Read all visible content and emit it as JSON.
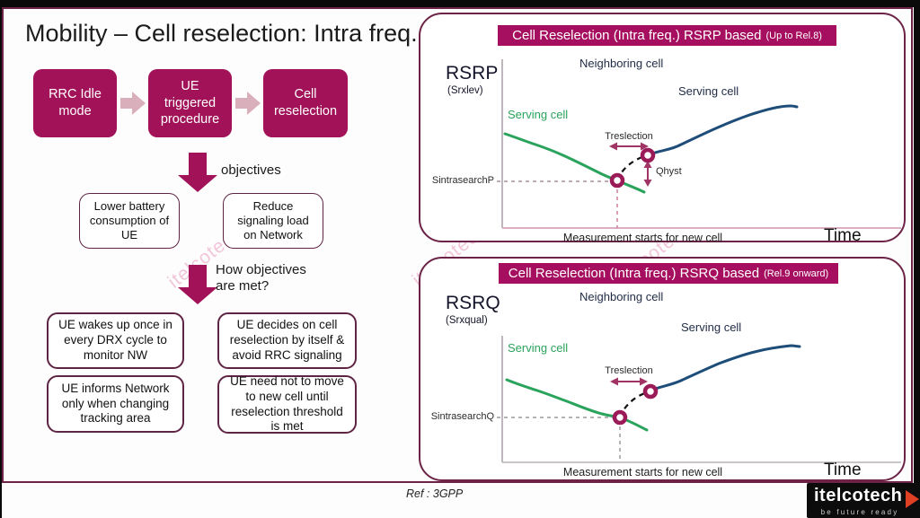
{
  "slide": {
    "title": "Mobility – Cell reselection: Intra freq.",
    "ref": "Ref : 3GPP",
    "watermark": "itelcotech"
  },
  "flow": {
    "steps": [
      {
        "label": "RRC Idle mode"
      },
      {
        "label": "UE triggered procedure"
      },
      {
        "label": "Cell reselection"
      }
    ],
    "objectives_label": "objectives",
    "objective_boxes": [
      {
        "label": "Lower battery consumption of UE"
      },
      {
        "label": "Reduce signaling load on Network"
      }
    ],
    "how_label": "How objectives are met?",
    "method_boxes": [
      {
        "label": "UE wakes up once in every DRX cycle to monitor NW"
      },
      {
        "label": "UE decides on cell reselection by itself & avoid RRC signaling"
      },
      {
        "label": "UE informs Network only when changing tracking area"
      },
      {
        "label": "UE need not to move to new cell until reselection threshold is met"
      }
    ]
  },
  "charts": [
    {
      "title": "Cell Reselection (Intra freq.) RSRP based",
      "title_note": "(Up to Rel.8)",
      "y_axis": "RSRP",
      "y_axis_sub": "(Srxlev)",
      "serving_cell_left": "Serving cell",
      "neighboring_cell": "Neighboring cell",
      "serving_cell_right": "Serving cell",
      "timer_label": "Treslection",
      "hysteresis_label": "Qhyst",
      "threshold_label": "SintrasearchP",
      "x_note": "Measurement starts for new cell",
      "x_axis": "Time"
    },
    {
      "title": "Cell Reselection (Intra freq.) RSRQ based",
      "title_note": "(Rel.9 onward)",
      "y_axis": "RSRQ",
      "y_axis_sub": "(Srxqual)",
      "serving_cell_left": "Serving cell",
      "neighboring_cell": "Neighboring cell",
      "serving_cell_right": "Serving cell",
      "timer_label": "Treslection",
      "threshold_label": "SintrasearchQ",
      "x_note": "Measurement starts for new cell",
      "x_axis": "Time"
    }
  ],
  "logo": {
    "brand": "itelcotech",
    "tagline": "be future ready"
  },
  "colors": {
    "accent_magenta": "#a21259",
    "maroon_border": "#6d2346",
    "green_line": "#2aa35c",
    "blue_line": "#1d4d78",
    "dusty_pink_arrow": "#d9afbb",
    "watermark_pink": "#e9a2c3"
  }
}
